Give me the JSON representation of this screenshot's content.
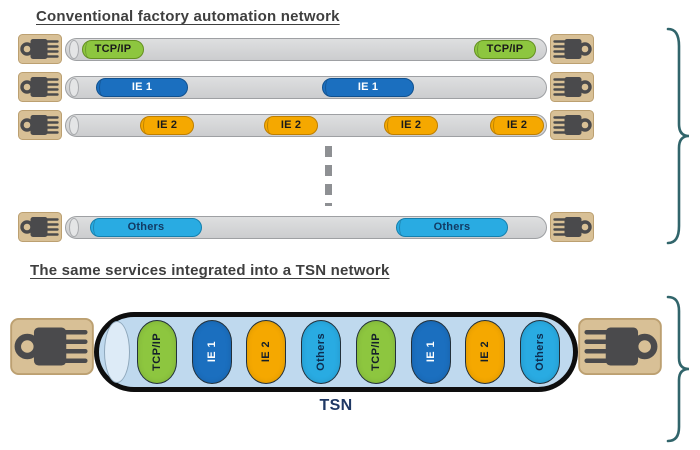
{
  "headings": {
    "conventional": "Conventional factory automation network",
    "tsn": "The same services integrated into a TSN network"
  },
  "conventional_rows": [
    {
      "service": "TCP/IP",
      "type": "tcpip",
      "segments": [
        "TCP/IP",
        "TCP/IP"
      ]
    },
    {
      "service": "IE 1",
      "type": "ie1",
      "segments": [
        "IE 1",
        "IE 1"
      ]
    },
    {
      "service": "IE 2",
      "type": "ie2",
      "segments": [
        "IE 2",
        "IE 2",
        "IE 2",
        "IE 2"
      ]
    },
    {
      "service": "Others",
      "type": "others",
      "segments": [
        "Others",
        "Others"
      ]
    }
  ],
  "tsn_pipe": {
    "caption": "TSN",
    "segments": [
      {
        "label": "TCP/IP",
        "type": "tcpip"
      },
      {
        "label": "IE 1",
        "type": "ie1"
      },
      {
        "label": "IE 2",
        "type": "ie2"
      },
      {
        "label": "Others",
        "type": "others"
      },
      {
        "label": "TCP/IP",
        "type": "tcpip"
      },
      {
        "label": "IE 1",
        "type": "ie1"
      },
      {
        "label": "IE 2",
        "type": "ie2"
      },
      {
        "label": "Others",
        "type": "others"
      }
    ]
  },
  "icons": {
    "connector": "ethernet-connector-icon"
  },
  "colors": {
    "tcpip": "#8DC63F",
    "ie1": "#1B6FBF",
    "ie2": "#F5A800",
    "others": "#29ABE2",
    "pipe_gray": "#D4D5D7",
    "tsn_fill": "#BFD9EE",
    "connector_plug": "#4A4A4C",
    "connector_base": "#D8C096",
    "brace": "#31656B",
    "tsn_caption_color": "#1F3864"
  }
}
